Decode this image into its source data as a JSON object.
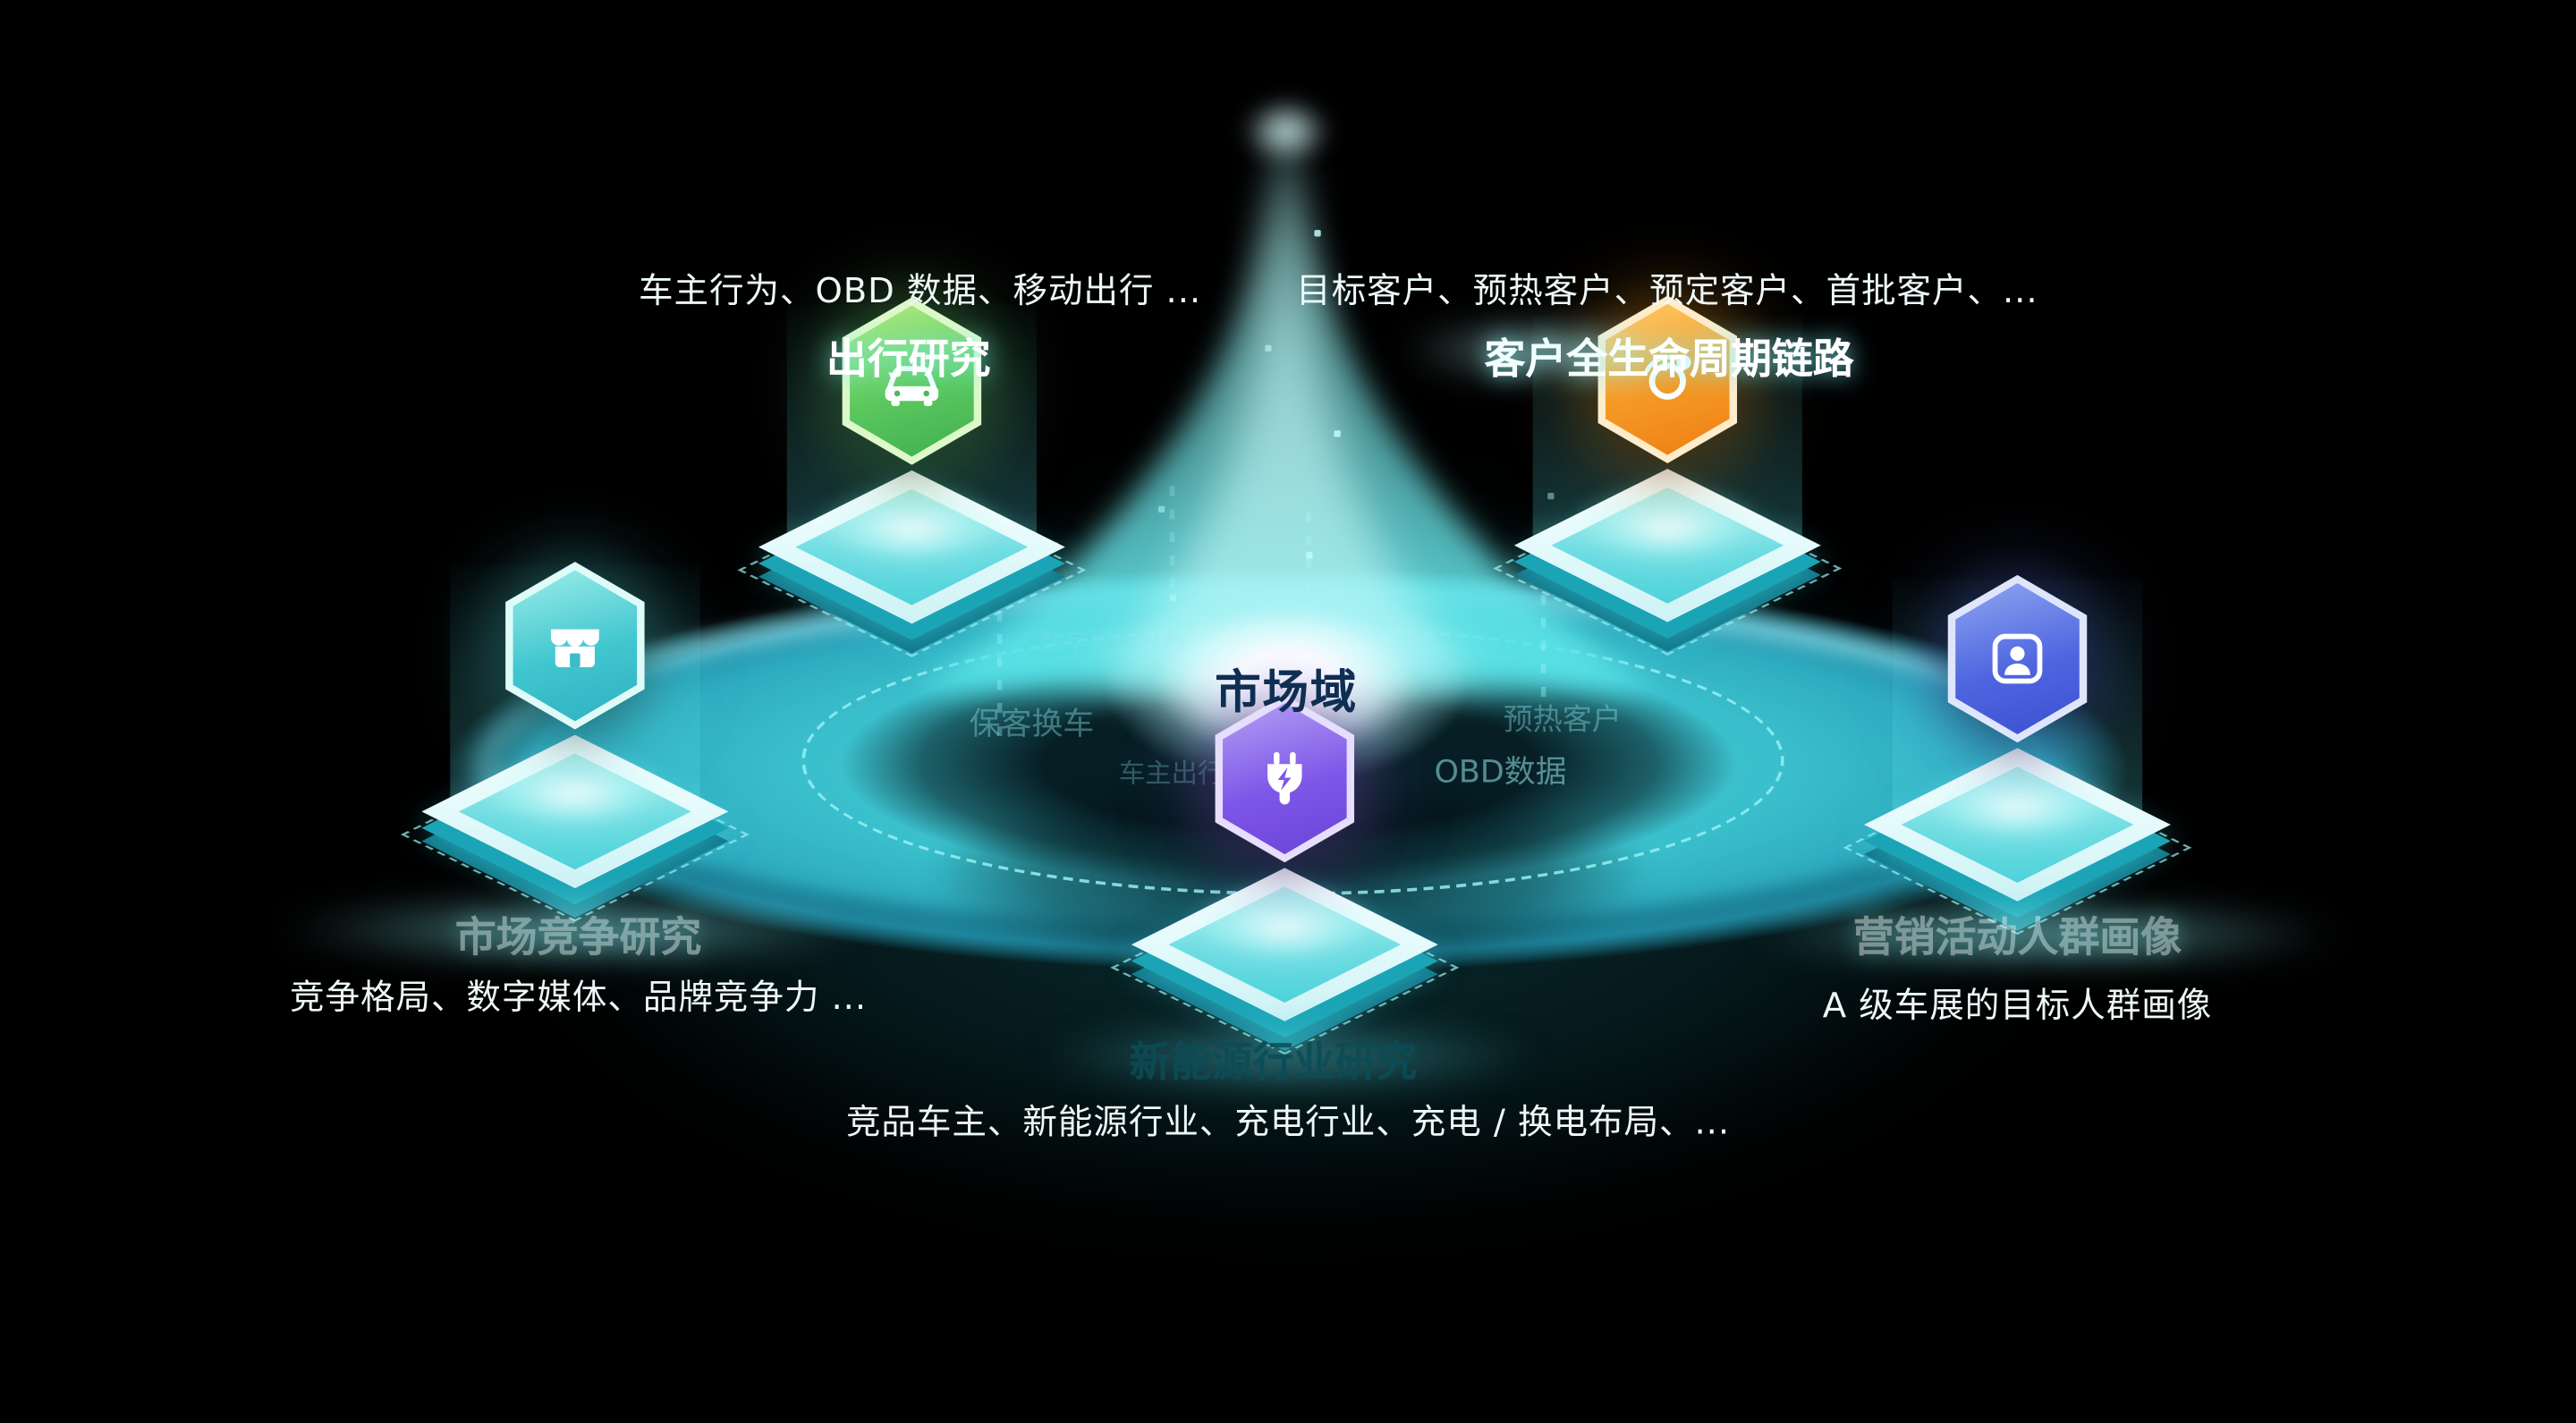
{
  "scene": {
    "center_label": "市场域",
    "background_color": "#000000",
    "accent_color": "#3ad2da"
  },
  "nodes": [
    {
      "id": "travel-research",
      "title": "出行研究",
      "caption": "车主行为、OBD 数据、移动出行 ...",
      "icon": "car-icon",
      "color": "#53c35a"
    },
    {
      "id": "customer-lifecycle",
      "title": "客户全生命周期链路",
      "caption": "目标客户、预热客户、预定客户、首批客户、...",
      "icon": "orbit-icon",
      "color": "#f59a25"
    },
    {
      "id": "market-competition",
      "title": "市场竞争研究",
      "caption": "竞争格局、数字媒体、品牌竞争力 ...",
      "icon": "store-icon",
      "color": "#41c6cf"
    },
    {
      "id": "new-energy-industry",
      "title": "新能源行业研究",
      "caption": "竞品车主、新能源行业、充电行业、充电 / 换电布局、...",
      "icon": "charging-plug-icon",
      "color": "#7e57e8"
    },
    {
      "id": "audience-persona",
      "title": "营销活动人群画像",
      "caption": "A 级车展的目标人群画像",
      "icon": "person-card-icon",
      "color": "#4f66e0"
    }
  ],
  "watermarks": [
    {
      "text": "数字媒体投放"
    },
    {
      "text": "保客换车"
    },
    {
      "text": "预热客户"
    },
    {
      "text": "车主出行"
    },
    {
      "text": "OBD数据"
    }
  ]
}
